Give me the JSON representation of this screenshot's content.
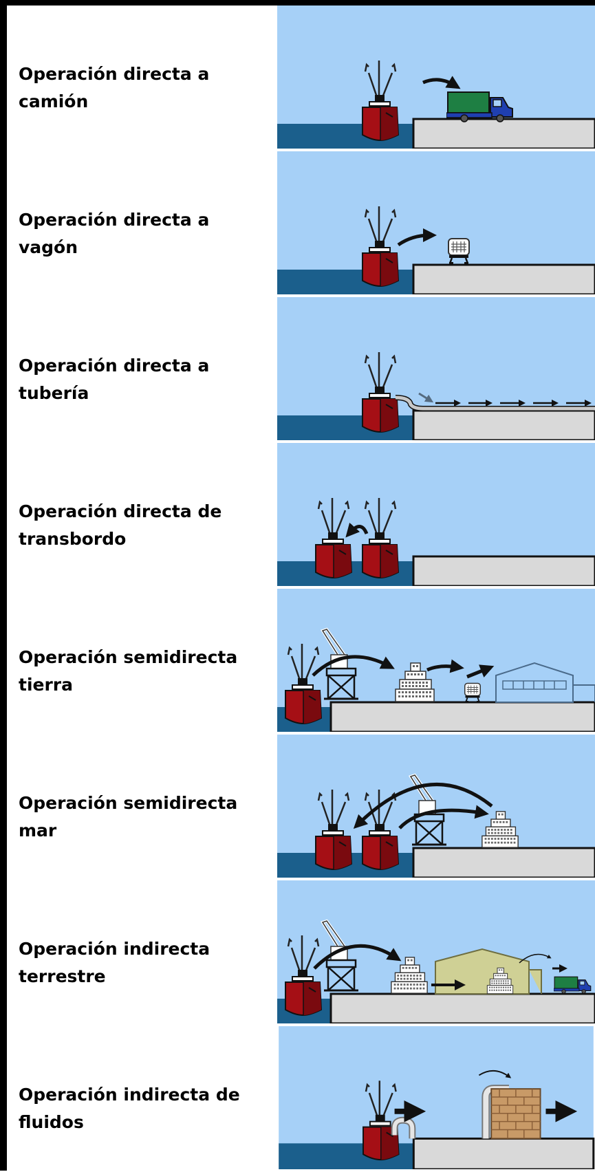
{
  "rows": [
    {
      "label": "Operación directa a\ncamión"
    },
    {
      "label": "Operación directa a\nvagón"
    },
    {
      "label": "Operación directa a\ntubería"
    },
    {
      "label": "Operación directa de\ntransbordo"
    },
    {
      "label": "Operación semidirecta\ntierra"
    },
    {
      "label": "Operación semidirecta\nmar"
    },
    {
      "label": "Operación indirecta\nterrestre"
    },
    {
      "label": "Operación indirecta de\nfluidos"
    }
  ],
  "colors": {
    "sky": "#a6d0f7",
    "sea": "#1b5f8c",
    "ship_hull": "#a50f15",
    "quay": "#d9d9d9",
    "truck_cargo": "#1e7f43",
    "truck_cab": "#1f3fb0",
    "warehouse": "#cfd095",
    "crates": "#c89a67"
  },
  "icons": [
    "ship-icon",
    "truck-icon",
    "wagon-icon",
    "pipeline-icon",
    "crane-icon",
    "container-stack-icon",
    "warehouse-icon",
    "tank-icon",
    "arrow-icon"
  ]
}
